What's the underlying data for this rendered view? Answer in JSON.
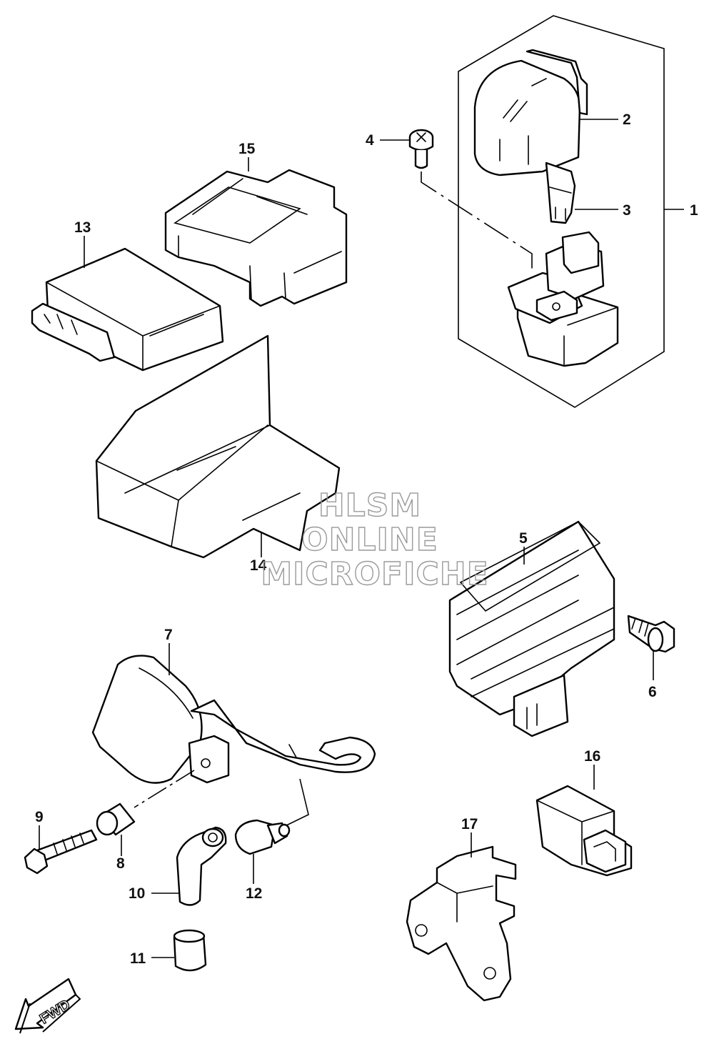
{
  "callouts": {
    "c1": "1",
    "c2": "2",
    "c3": "3",
    "c4": "4",
    "c5": "5",
    "c6": "6",
    "c7": "7",
    "c8": "8",
    "c9": "9",
    "c10": "10",
    "c11": "11",
    "c12": "12",
    "c13": "13",
    "c14": "14",
    "c15": "15",
    "c16": "16",
    "c17": "17"
  },
  "watermark": {
    "line1": "HLSM",
    "line2": "ONLINE",
    "line3": "MICROFICHE"
  },
  "fwd_label": "FWD"
}
